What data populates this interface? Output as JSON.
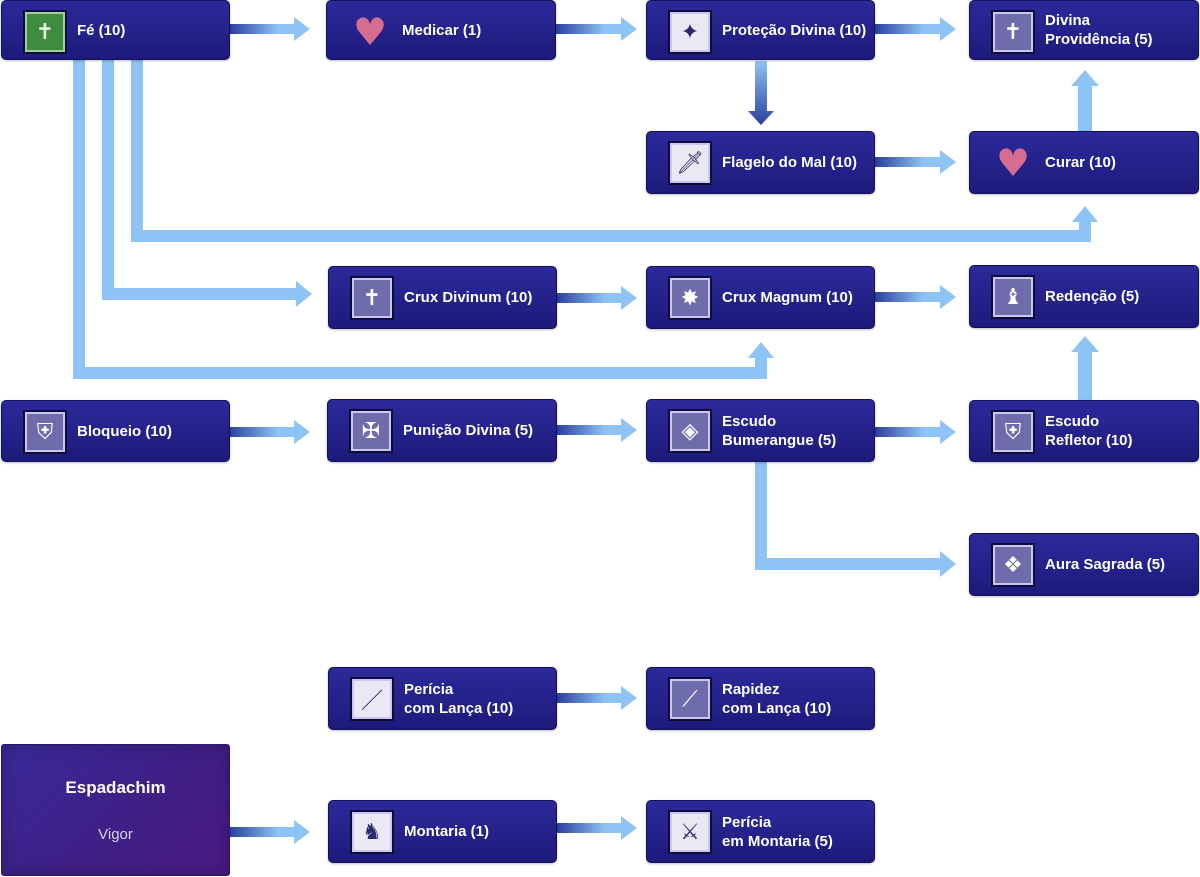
{
  "colors": {
    "arrow": "#8ec3f5",
    "arrow_dark": "#2a3f9e",
    "node_bg": "#231f88",
    "base_bg": "#3d2590"
  },
  "base": {
    "title": "Espadachim",
    "subtitle": "Vigor"
  },
  "skills": {
    "fe": {
      "label": "Fé (10)",
      "icon": "saint-figure-icon"
    },
    "medicar": {
      "label": "Medicar (1)",
      "icon": "heart-cross-icon"
    },
    "protecao_divina": {
      "label": "Proteção Divina (10)",
      "icon": "shield-sparkle-icon"
    },
    "divina_providencia": {
      "label": "Divina\nProvidência (5)",
      "icon": "holy-cross-icon"
    },
    "flagelo_do_mal": {
      "label": "Flagelo do Mal (10)",
      "icon": "dagger-icon"
    },
    "curar": {
      "label": "Curar (10)",
      "icon": "heart-cross-icon"
    },
    "crux_divinum": {
      "label": "Crux Divinum (10)",
      "icon": "cross-glow-icon"
    },
    "crux_magnum": {
      "label": "Crux Magnum (10)",
      "icon": "light-burst-icon"
    },
    "redencao": {
      "label": "Redenção (5)",
      "icon": "kneeling-figure-icon"
    },
    "bloqueio": {
      "label": "Bloqueio (10)",
      "icon": "block-shield-icon"
    },
    "punicao_divina": {
      "label": "Punição Divina (5)",
      "icon": "holy-orb-icon"
    },
    "escudo_bumerangue": {
      "label": "Escudo\nBumerangue (5)",
      "icon": "boomerang-shield-icon"
    },
    "escudo_refletor": {
      "label": "Escudo\nRefletor (10)",
      "icon": "reflect-shield-icon"
    },
    "aura_sagrada": {
      "label": "Aura Sagrada (5)",
      "icon": "sacred-aura-icon"
    },
    "pericia_com_lanca": {
      "label": "Perícia\ncom Lança (10)",
      "icon": "spear-icon"
    },
    "rapidez_com_lanca": {
      "label": "Rapidez\ncom Lança (10)",
      "icon": "spear-speed-icon"
    },
    "montaria": {
      "label": "Montaria (1)",
      "icon": "mount-bird-icon"
    },
    "pericia_em_montaria": {
      "label": "Perícia\nem Montaria (5)",
      "icon": "mounted-spear-icon"
    }
  }
}
